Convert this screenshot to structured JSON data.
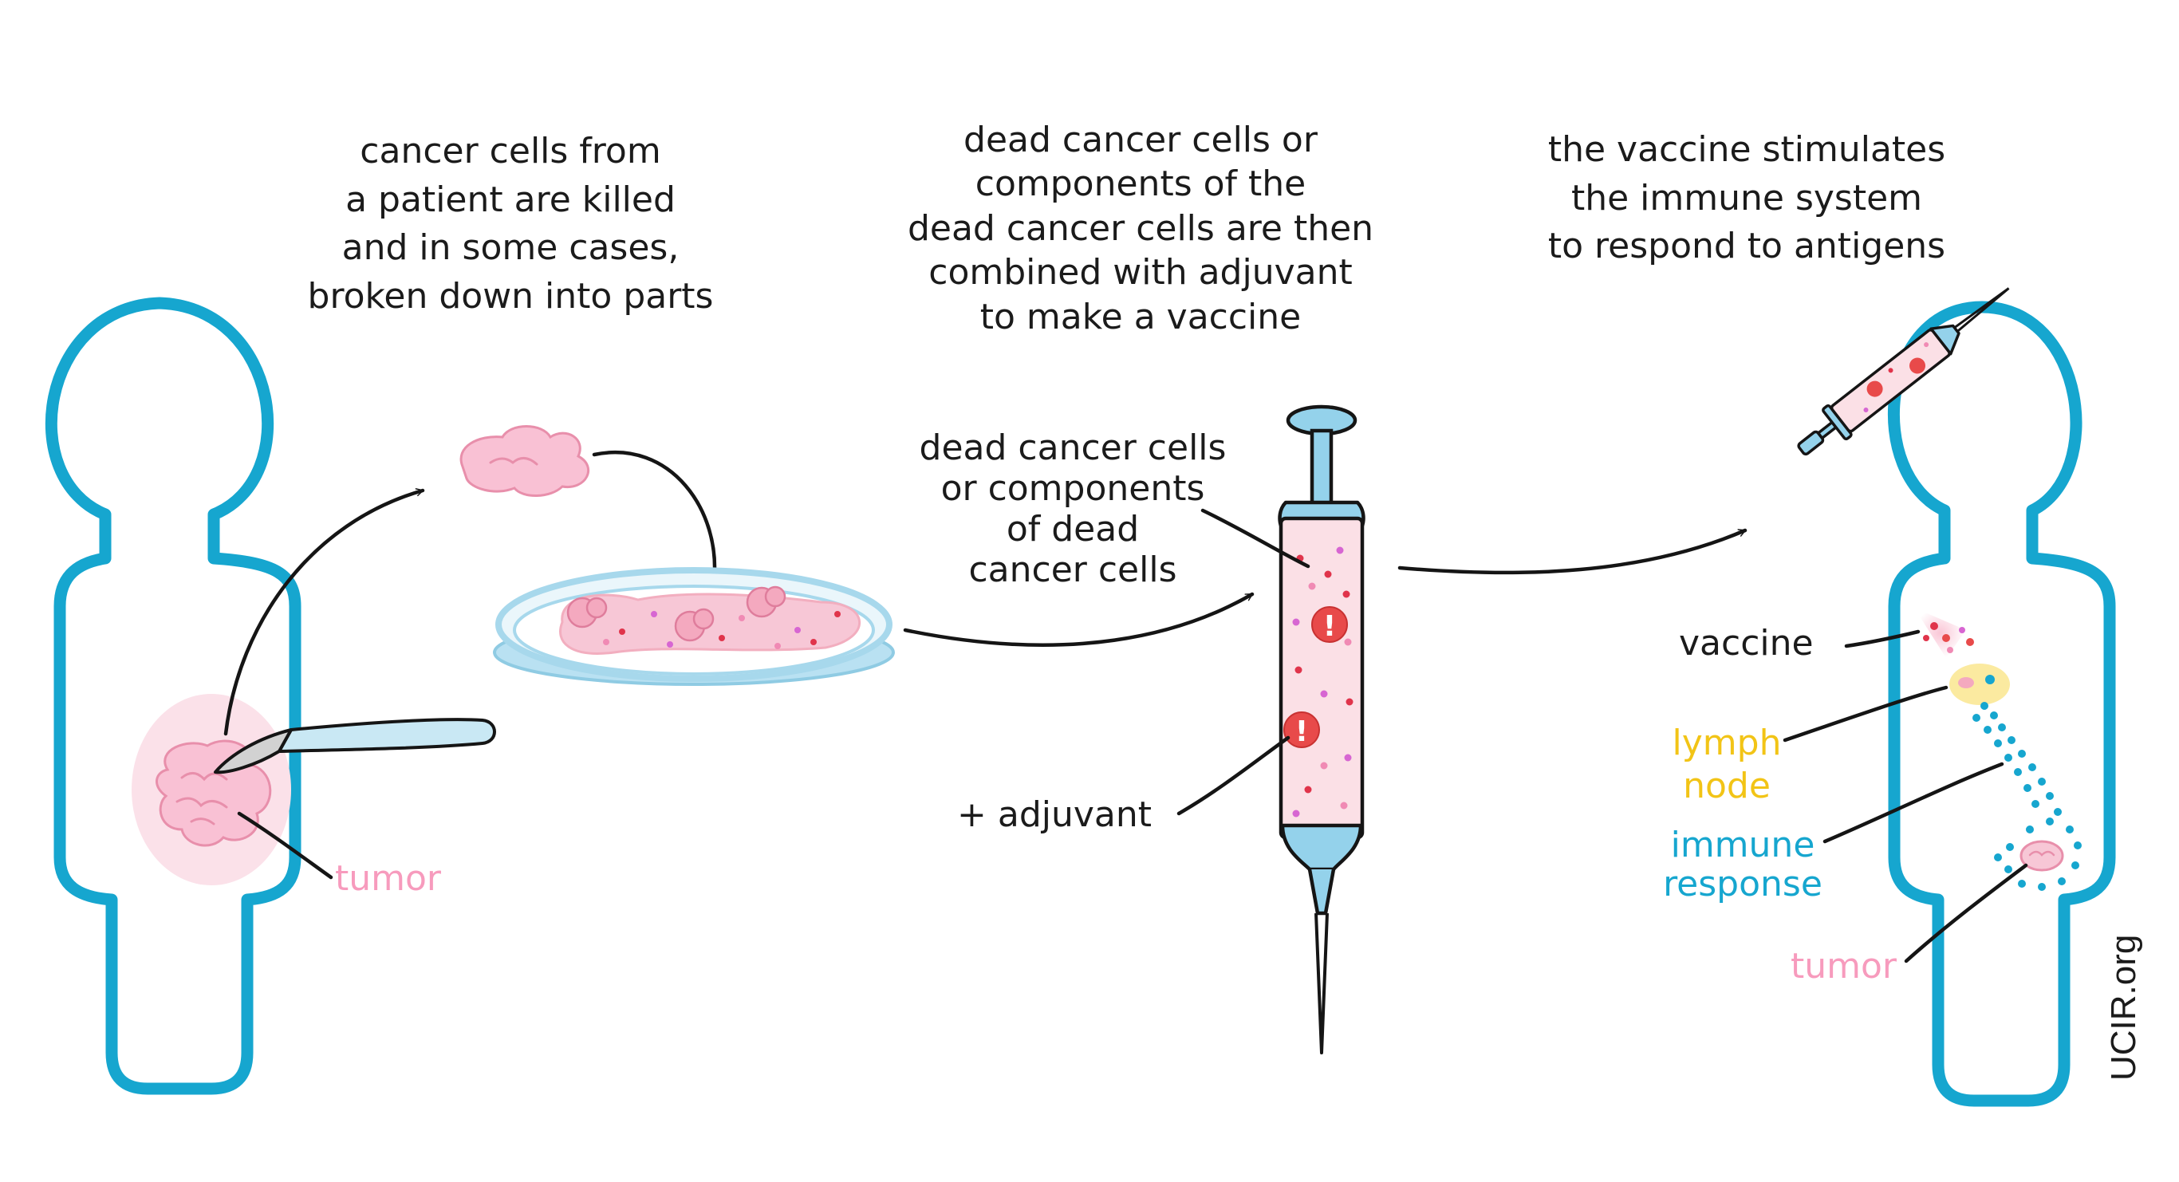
{
  "steps": {
    "step1": "cancer cells from\na patient are killed\nand in some cases,\nbroken down into parts",
    "step2": "dead cancer cells or\ncomponents of the\ndead cancer cells are then\ncombined with adjuvant\nto make a vaccine",
    "step3": "the vaccine stimulates\nthe immune system\nto respond to antigens"
  },
  "labels": {
    "tumor_left": "tumor",
    "dead_cells": "dead cancer cells\nor components\nof dead\ncancer cells",
    "adjuvant": "+ adjuvant",
    "vaccine": "vaccine",
    "lymph_node": "lymph\nnode",
    "immune_response": "immune\nresponse",
    "tumor_right": "tumor"
  },
  "watermark": "UCIR.org",
  "colors": {
    "body_outline": "#16a6cf",
    "tumor_label": "#f79bbd",
    "lymph_label": "#f2c416",
    "immune_label": "#16a6cf",
    "ink": "#151515",
    "tumor_fill": "#f9c1d4",
    "dish": "#a7d8ec",
    "syringe_fill": "#fbe0e6",
    "syringe_blue": "#94d2eb"
  },
  "icons": [
    "person-outline-icon",
    "tumor-icon",
    "scalpel-icon",
    "petri-dish-icon",
    "syringe-icon",
    "exclamation-icon"
  ]
}
